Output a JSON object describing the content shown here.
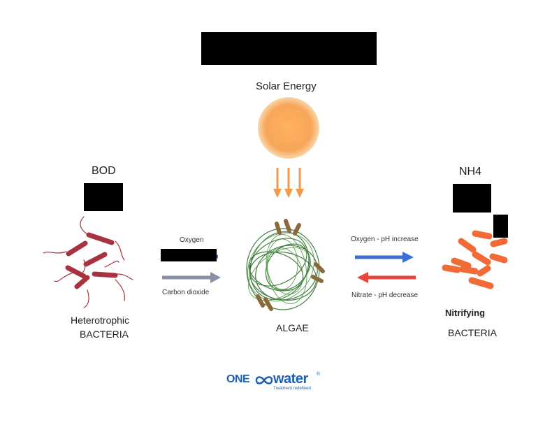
{
  "labels": {
    "solar_energy": "Solar Energy",
    "bod": "BOD",
    "nh4": "NH4",
    "oxygen": "Oxygen",
    "carbon_dioxide": "Carbon dioxide",
    "oxygen_ph_increase": "Oxygen - pH increase",
    "nitrate_ph_decrease": "Nitrate - pH decrease",
    "heterotrophic": "Heterotrophic",
    "bacteria_left": "BACTERIA",
    "algae": "ALGAE",
    "nitrifying": "Nitrifying",
    "bacteria_right": "BACTERIA"
  },
  "logo": {
    "brand_one": "ONE",
    "brand_water": "water",
    "registered": "®",
    "tagline": "Treatment redefined"
  },
  "colors": {
    "sun": "#f7a65a",
    "solar_arrows": "#f29a4a",
    "oxygen_arrow": "#3b6fd6",
    "nitrate_arrow": "#e8453c",
    "co2_arrow": "#8a8fa8",
    "heterotrophic_bacteria": "#a8323f",
    "nitrifying_bacteria": "#f26a35",
    "algae": "#3f7d3a",
    "logo_blue": "#1c5fb8"
  },
  "icons": [
    "sun-icon",
    "heterotrophic-bacteria-icon",
    "algae-icon",
    "nitrifying-bacteria-icon"
  ]
}
